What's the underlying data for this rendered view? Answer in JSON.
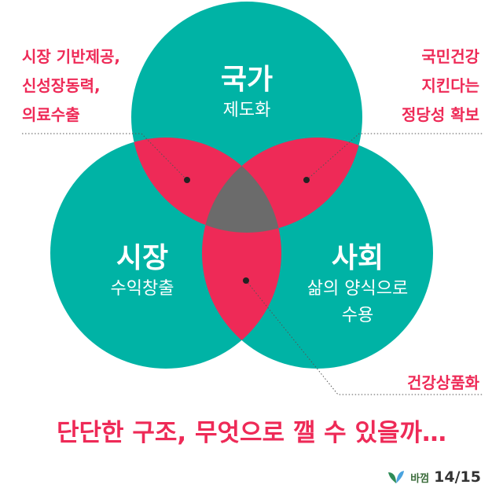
{
  "circles": {
    "top": {
      "title": "국가",
      "subtitle": "제도화"
    },
    "left": {
      "title": "시장",
      "subtitle": "수익창출"
    },
    "right": {
      "title": "사회",
      "subtitle_lines": [
        "삶의 양식으로",
        "수용"
      ]
    }
  },
  "annotations": {
    "top_left": [
      "시장 기반제공,",
      "신성장동력,",
      "의료수출"
    ],
    "top_right": [
      "국민건강",
      "지킨다는",
      "정당성 확보"
    ],
    "bottom": [
      "건강상품화"
    ]
  },
  "question": "단단한 구조, 무엇으로 깰 수 있을까…",
  "footer": {
    "brand_name": "바껌",
    "page": "14/15"
  },
  "colors": {
    "circle": "#00b3a5",
    "overlap": "#ee2a57",
    "center": "#6b6b6b",
    "text": "#ffffff",
    "accent": "#ee2a57",
    "leader": "#555555"
  },
  "icons": {
    "brand": "leaf-logo-icon"
  }
}
